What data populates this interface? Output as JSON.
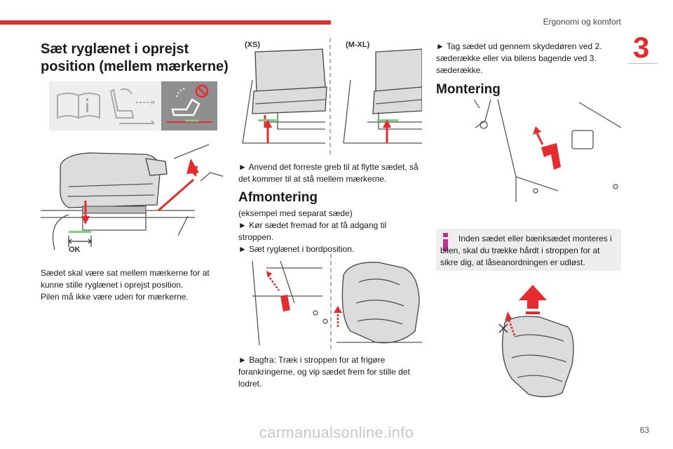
{
  "header": {
    "section": "Ergonomi og komfort",
    "chapter": "3",
    "page_number": "63"
  },
  "watermark": "carmanualsonline.info",
  "col1": {
    "title": "Sæt ryglænet i oprejst position (mellem mærkerne)",
    "ok_label": "OK",
    "text": "Sædet skal være sat mellem mærkerne for at kunne stille ryglænet i oprejst position.\nPilen må ikke være uden for mærkerne."
  },
  "col2": {
    "label_xs": "(XS)",
    "label_mxl": "(M-XL)",
    "step1": "► Anvend det forreste greb til at flytte sædet, så det kommer til at stå mellem mærkerne.",
    "heading": "Afmontering",
    "intro": "(eksempel med separat sæde)\n► Kør sædet fremad for at få adgang til stroppen.\n► Sæt ryglænet i bordposition.",
    "step_bottom": "► Bagfra: Træk i stroppen for at frigøre forankringerne, og vip sædet frem for stille det lodret."
  },
  "col3": {
    "step_top": "► Tag sædet ud gennem skydedøren ved 2. sæderække eller via bilens bagende ved 3. sæderække.",
    "heading": "Montering",
    "info_text": "Inden sædet eller bænksædet monteres i bilen, skal du trække hårdt i stroppen for at sikre dig, at låseanordningen er udløst.",
    "info_icon": "info-icon"
  },
  "colors": {
    "accent": "#e52b2d",
    "marker_green": "#7ed17e",
    "info_bg": "#eeeeee"
  }
}
